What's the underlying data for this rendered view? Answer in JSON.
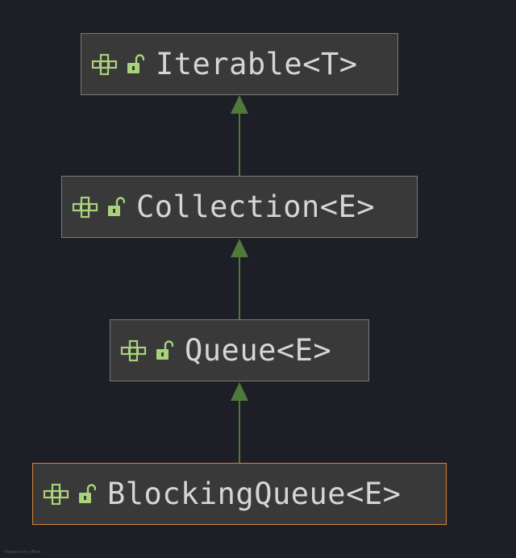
{
  "diagram": {
    "nodes": [
      {
        "id": "iterable",
        "label": "Iterable<T>",
        "icon": "interface-icon",
        "access_icon": "unlocked-public-icon",
        "selected": false
      },
      {
        "id": "collection",
        "label": "Collection<E>",
        "icon": "interface-icon",
        "access_icon": "unlocked-public-icon",
        "selected": false
      },
      {
        "id": "queue",
        "label": "Queue<E>",
        "icon": "interface-icon",
        "access_icon": "unlocked-public-icon",
        "selected": false
      },
      {
        "id": "blocking",
        "label": "BlockingQueue<E>",
        "icon": "interface-icon",
        "access_icon": "unlocked-public-icon",
        "selected": true
      }
    ],
    "edges": [
      {
        "from": "collection",
        "to": "iterable",
        "kind": "extends"
      },
      {
        "from": "queue",
        "to": "collection",
        "kind": "extends"
      },
      {
        "from": "blocking",
        "to": "queue",
        "kind": "extends"
      }
    ]
  },
  "colors": {
    "background": "#1e1f26",
    "node_fill": "#393939",
    "node_border": "#7a7a7a",
    "selected_border": "#d0843b",
    "edge": "#4f7a3c",
    "icon_green": "#a8d37a",
    "label": "#d6d6d6"
  },
  "watermark": "Powered by yFiles"
}
